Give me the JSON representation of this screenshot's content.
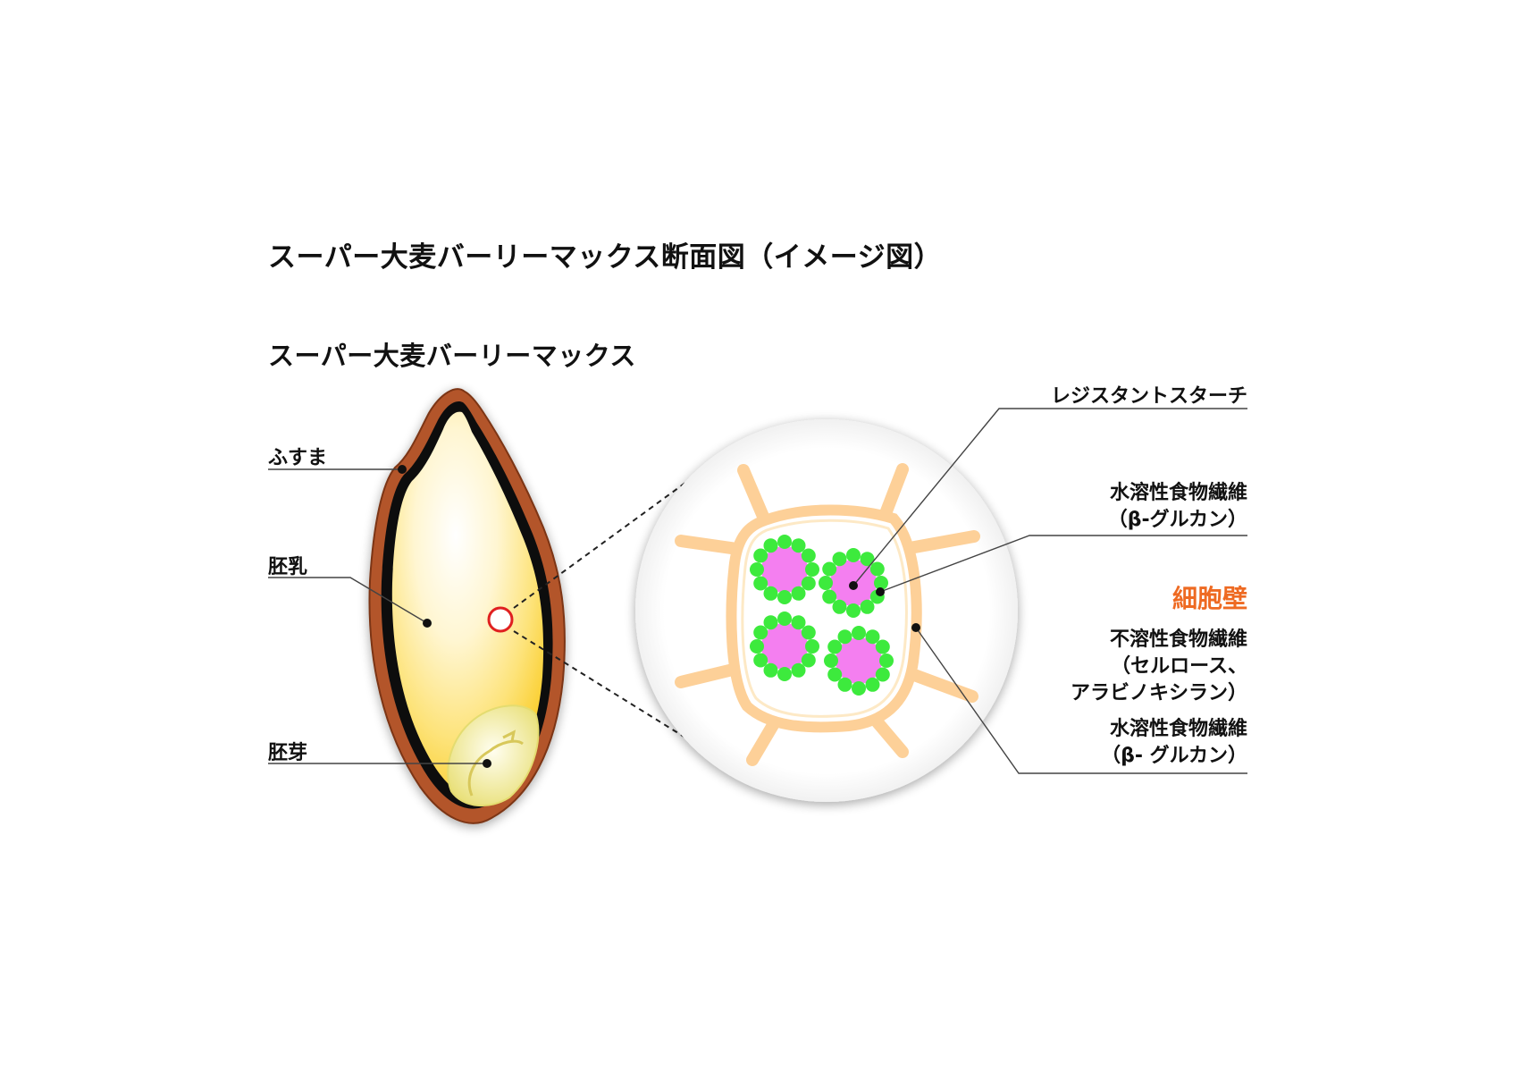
{
  "title": "スーパー大麦バーリーマックス断面図（イメージ図）",
  "subtitle": "スーパー大麦バーリーマックス",
  "grain_labels": {
    "bran": "ふすま",
    "endosperm": "胚乳",
    "germ": "胚芽"
  },
  "cell_labels": {
    "resistant_starch": "レジスタントスターチ",
    "soluble_fiber_line1": "水溶性食物繊維",
    "soluble_fiber_line2": "（β-グルカン）",
    "cell_wall": "細胞壁",
    "insoluble_fiber_line1": "不溶性食物繊維",
    "insoluble_fiber_line2": "（セルロース、",
    "insoluble_fiber_line3": "アラビノキシラン）",
    "soluble_fiber2_line1": "水溶性食物繊維",
    "soluble_fiber2_line2": "（β- グルカン）"
  },
  "colors": {
    "accent": "#ee6a22",
    "bran": "#b3552a",
    "endosperm": "#fcd534",
    "starch": "#f47ff0",
    "fiber_dots": "#3dea3d",
    "cell_wall": "#fdd098",
    "marker_circle": "#e02020"
  }
}
